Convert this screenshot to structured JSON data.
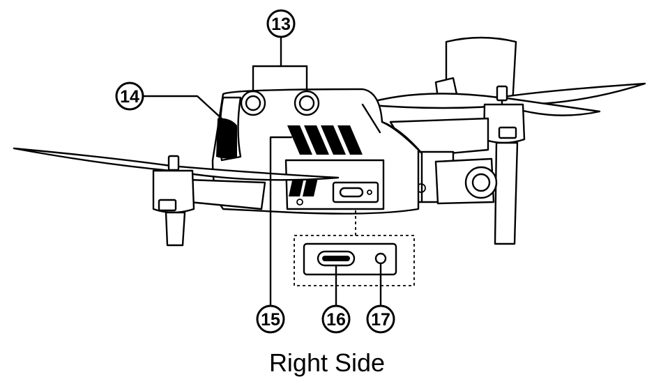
{
  "caption": "Right Side",
  "callouts": [
    "13",
    "14",
    "15",
    "16",
    "17"
  ]
}
